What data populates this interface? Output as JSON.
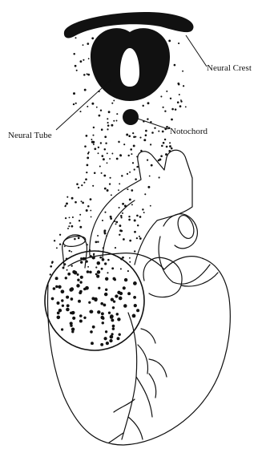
{
  "labels": {
    "neural_crest": "Neural Crest",
    "neural_tube": "Neural Tube",
    "notochord": "Notochord"
  },
  "colors": {
    "ink": "#111111",
    "background": "#ffffff"
  }
}
